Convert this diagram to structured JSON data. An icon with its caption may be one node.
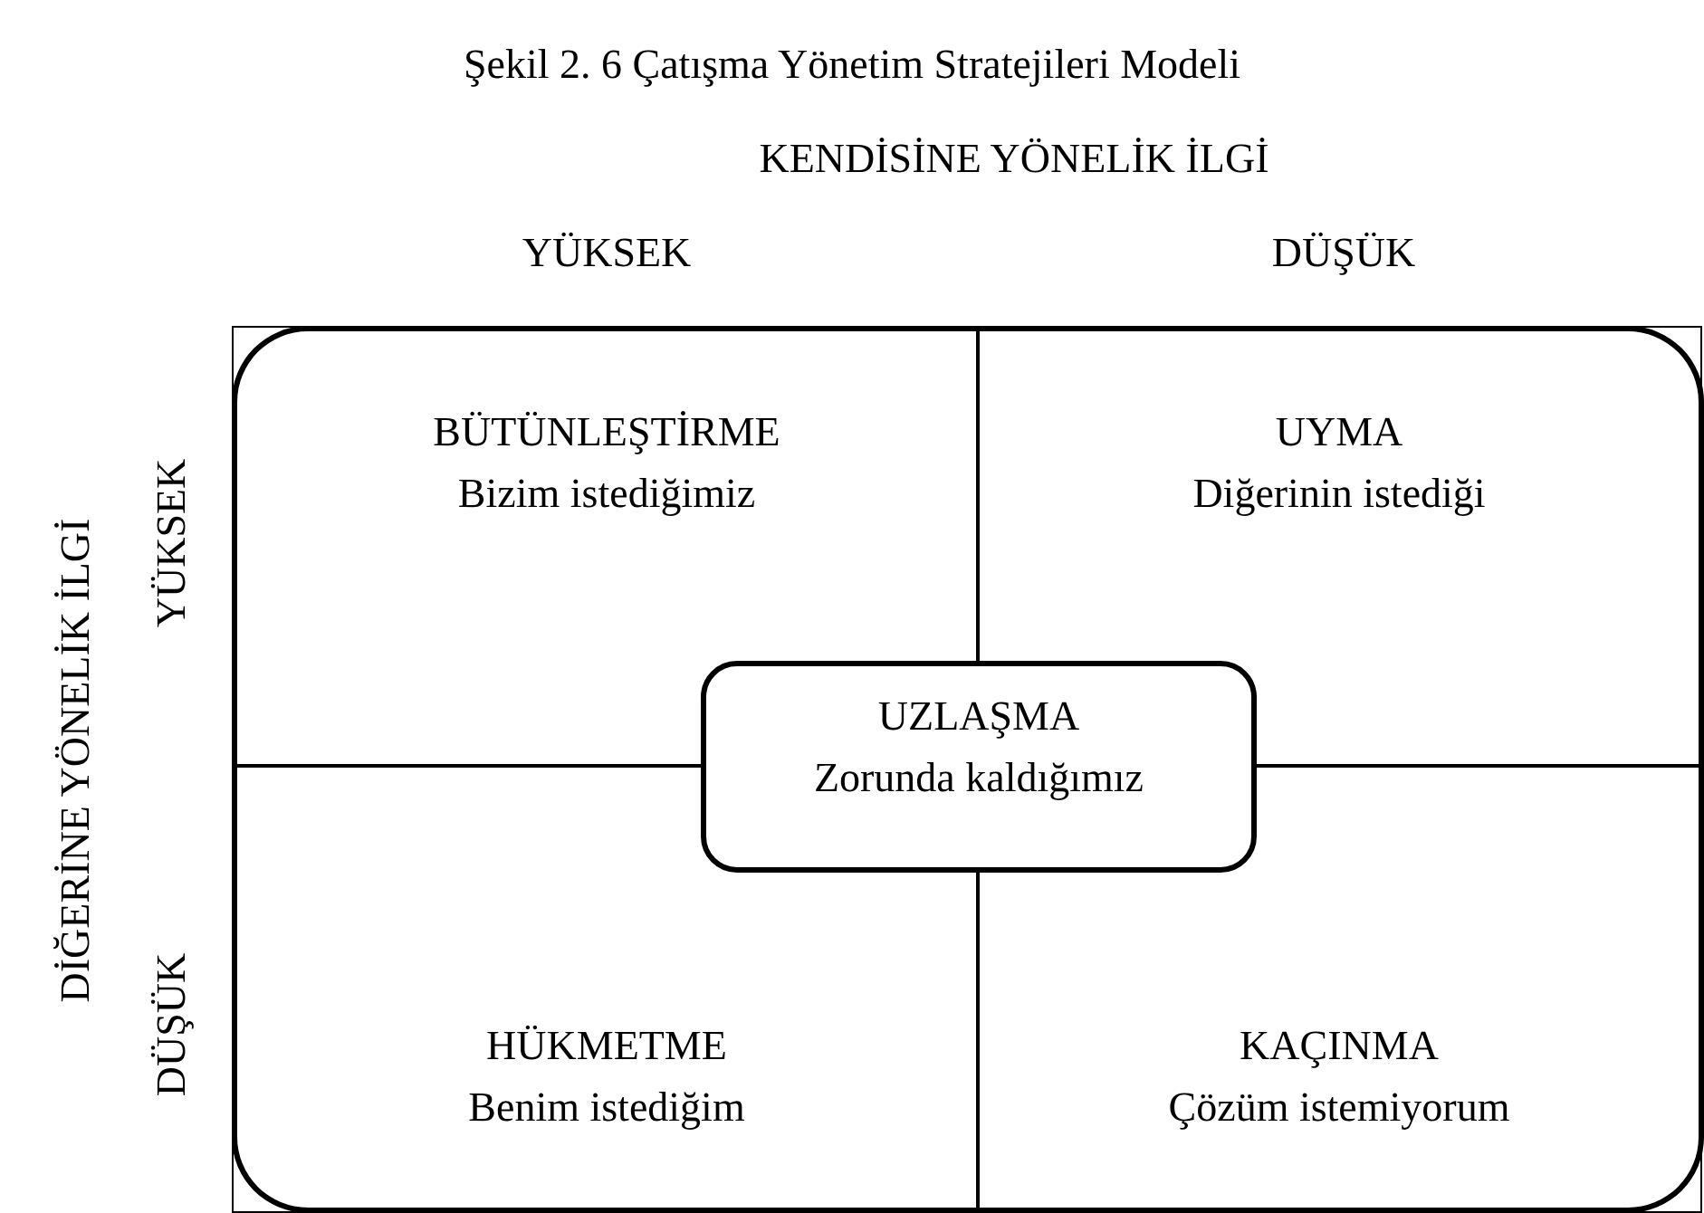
{
  "diagram": {
    "title": "Şekil 2. 6 Çatışma Yönetim Stratejileri Modeli",
    "nodes": [
      {
        "text": [
          "BÜTÜNLEŞTİRME",
          "Bizim istediğimiz"
        ]
      },
      {
        "text": [
          "UYMA",
          "Diğerinin istediği"
        ]
      },
      {
        "text": [
          "HÜKMETME",
          "Benim istediğim"
        ]
      },
      {
        "text": [
          "KAÇINMA",
          "Çözüm istemiyorum"
        ]
      },
      {
        "text": [
          "UZLAŞMA",
          "Zorunda kaldığımız"
        ]
      }
    ],
    "edges": [],
    "labels": [
      "KENDİSİNE YÖNELİK İLGİ",
      "YÜKSEK",
      "DÜŞÜK",
      "DİĞERİNE YÖNELİK İLGİ",
      "YÜKSEK",
      "DÜŞÜK"
    ]
  }
}
